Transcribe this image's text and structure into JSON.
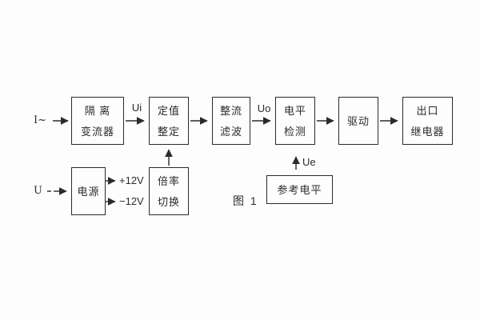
{
  "figure": {
    "caption": "图 1",
    "blocks": {
      "isolation_transformer": {
        "line1": "隔 离",
        "line2": "变流器"
      },
      "value_setting": {
        "line1": "定值",
        "line2": "整定"
      },
      "rectifier_filter": {
        "line1": "整流",
        "line2": "滤波"
      },
      "level_detection": {
        "line1": "电平",
        "line2": "检测"
      },
      "drive": {
        "label": "驱动"
      },
      "output_relay": {
        "line1": "出口",
        "line2": "继电器"
      },
      "power_supply": {
        "label": "电源"
      },
      "ratio_switch": {
        "line1": "倍率",
        "line2": "切换"
      },
      "reference_level": {
        "label": "参考电平"
      }
    },
    "signals": {
      "input_current": "I~",
      "input_voltage": "U",
      "ui": "Ui",
      "uo": "Uo",
      "ue": "Ue",
      "plus_12v": "+12V",
      "minus_12v": "−12V"
    },
    "colors": {
      "line": "#2b2b2b",
      "background": "#fdfdfd"
    }
  }
}
